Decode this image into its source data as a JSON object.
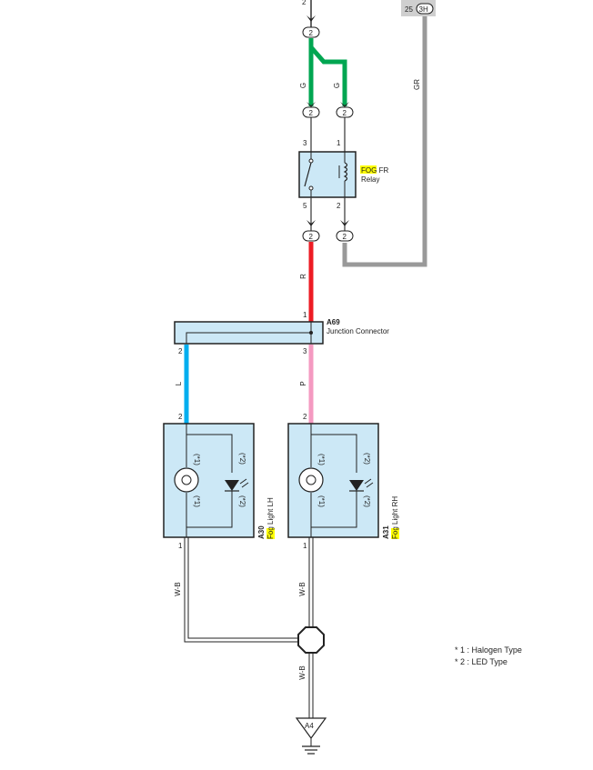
{
  "top_connector": {
    "pin": "25",
    "code": "3H"
  },
  "top_pin_label": "2",
  "wires": {
    "g_left": "G",
    "g_right": "G",
    "gr": "GR",
    "r": "R",
    "l": "L",
    "p": "P",
    "wb_left": "W-B",
    "wb_right": "W-B",
    "wb_ground": "W-B"
  },
  "connector_pins": {
    "c1": "2",
    "c2": "2",
    "c3": "2",
    "c4": "2",
    "c5": "2"
  },
  "relay": {
    "highlight": "FOG",
    "name_rest": " FR",
    "line2": "Relay",
    "pin_tl": "3",
    "pin_tr": "1",
    "pin_bl": "5",
    "pin_br": "2"
  },
  "junction": {
    "code": "A69",
    "name": "Junction Connector",
    "pin_top": "1",
    "pin_left": "2",
    "pin_right": "3"
  },
  "fog_lh": {
    "code": "A30",
    "highlight": "Fog",
    "name_rest": " Light LH",
    "pin_top": "2",
    "pin_bottom": "1",
    "note_a": "(*1)",
    "note_b": "(*2)",
    "note_c": "(*1)",
    "note_d": "(*2)"
  },
  "fog_rh": {
    "code": "A31",
    "highlight": "Fog",
    "name_rest": " Light RH",
    "pin_top": "2",
    "pin_bottom": "1",
    "note_a": "(*1)",
    "note_b": "(*2)",
    "note_c": "(*1)",
    "note_d": "(*2)"
  },
  "ground": {
    "code": "A4"
  },
  "notes": {
    "halogen": "* 1 : Halogen Type",
    "led": "* 2 : LED Type"
  },
  "colors": {
    "green": "#00a651",
    "gray": "#999999",
    "red": "#ed1c24",
    "blue": "#00aeef",
    "pink": "#f49ac1",
    "box": "#cce8f6",
    "highlight": "#ffff00"
  }
}
